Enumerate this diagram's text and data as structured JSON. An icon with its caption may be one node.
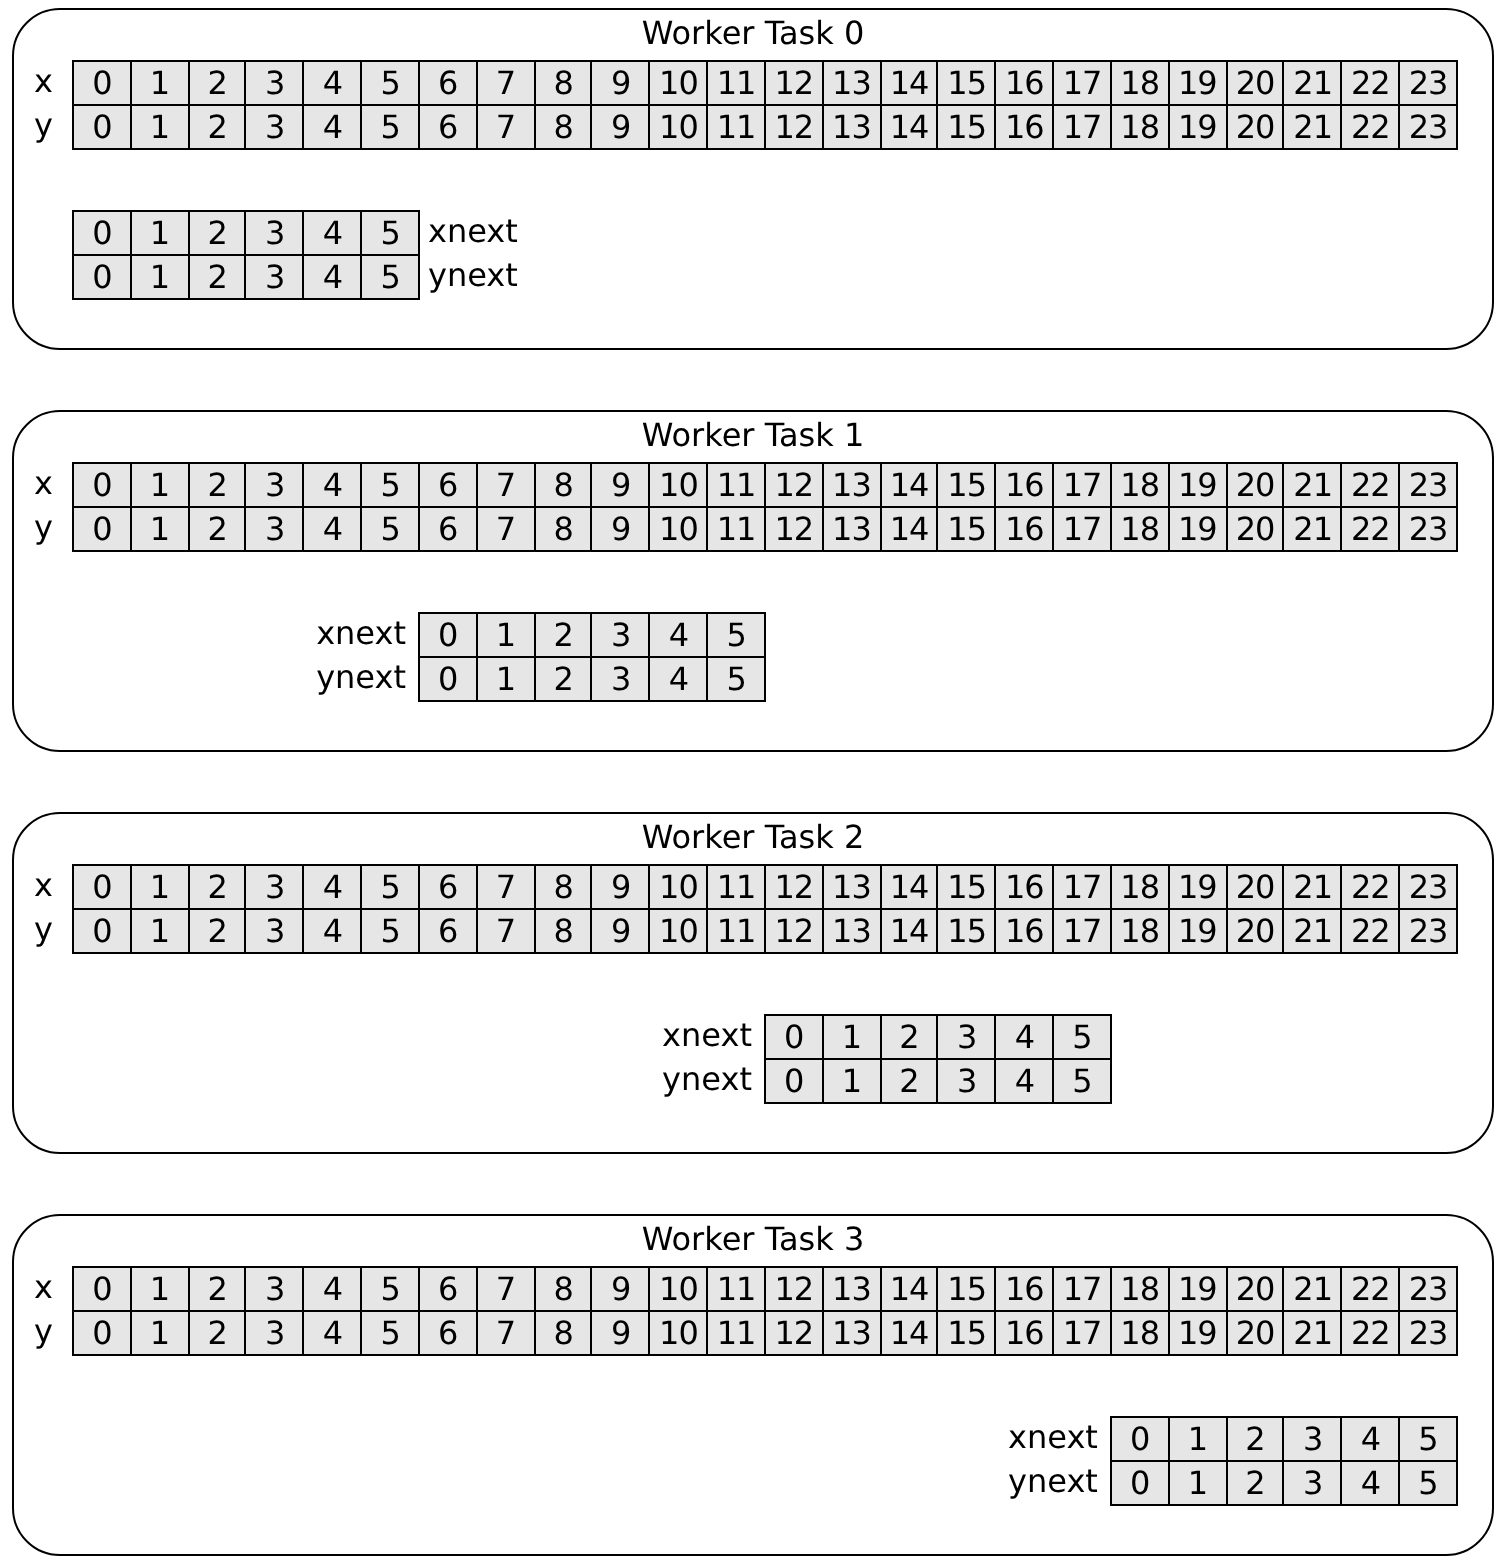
{
  "diagram": {
    "nodes": [
      {
        "text": [
          "Worker Task 0"
        ]
      },
      {
        "text": [
          "Worker Task 1"
        ]
      },
      {
        "text": [
          "Worker Task 2"
        ]
      },
      {
        "text": [
          "Worker Task 3"
        ]
      }
    ],
    "labels": [
      "x",
      "0",
      "1",
      "2",
      "3",
      "4",
      "5",
      "6",
      "7",
      "8",
      "9",
      "10",
      "11",
      "12",
      "13",
      "14",
      "15",
      "16",
      "17",
      "18",
      "19",
      "20",
      "21",
      "22",
      "23",
      "y",
      "0",
      "1",
      "2",
      "3",
      "4",
      "5",
      "6",
      "7",
      "8",
      "9",
      "10",
      "11",
      "12",
      "13",
      "14",
      "15",
      "16",
      "17",
      "18",
      "19",
      "20",
      "21",
      "22",
      "23",
      "0",
      "1",
      "2",
      "3",
      "4",
      "5",
      "xnext",
      "0",
      "1",
      "2",
      "3",
      "4",
      "5",
      "ynext",
      "x",
      "0",
      "1",
      "2",
      "3",
      "4",
      "5",
      "6",
      "7",
      "8",
      "9",
      "10",
      "11",
      "12",
      "13",
      "14",
      "15",
      "16",
      "17",
      "18",
      "19",
      "20",
      "21",
      "22",
      "23",
      "y",
      "0",
      "1",
      "2",
      "3",
      "4",
      "5",
      "6",
      "7",
      "8",
      "9",
      "10",
      "11",
      "12",
      "13",
      "14",
      "15",
      "16",
      "17",
      "18",
      "19",
      "20",
      "21",
      "22",
      "23",
      "xnext",
      "0",
      "1",
      "2",
      "3",
      "4",
      "5",
      "ynext",
      "0",
      "1",
      "2",
      "3",
      "4",
      "5",
      "x",
      "0",
      "1",
      "2",
      "3",
      "4",
      "5",
      "6",
      "7",
      "8",
      "9",
      "10",
      "11",
      "12",
      "13",
      "14",
      "15",
      "16",
      "17",
      "18",
      "19",
      "20",
      "21",
      "22",
      "23",
      "y",
      "0",
      "1",
      "2",
      "3",
      "4",
      "5",
      "6",
      "7",
      "8",
      "9",
      "10",
      "11",
      "12",
      "13",
      "14",
      "15",
      "16",
      "17",
      "18",
      "19",
      "20",
      "21",
      "22",
      "23",
      "xnext",
      "0",
      "1",
      "2",
      "3",
      "4",
      "5",
      "ynext",
      "0",
      "1",
      "2",
      "3",
      "4",
      "5",
      "x",
      "0",
      "1",
      "2",
      "3",
      "4",
      "5",
      "6",
      "7",
      "8",
      "9",
      "10",
      "11",
      "12",
      "13",
      "14",
      "15",
      "16",
      "17",
      "18",
      "19",
      "20",
      "21",
      "22",
      "23",
      "y",
      "0",
      "1",
      "2",
      "3",
      "4",
      "5",
      "6",
      "7",
      "8",
      "9",
      "10",
      "11",
      "12",
      "13",
      "14",
      "15",
      "16",
      "17",
      "18",
      "19",
      "20",
      "21",
      "22",
      "23",
      "xnext",
      "0",
      "1",
      "2",
      "3",
      "4",
      "5",
      "ynext",
      "0",
      "1",
      "2",
      "3",
      "4",
      "5"
    ]
  }
}
